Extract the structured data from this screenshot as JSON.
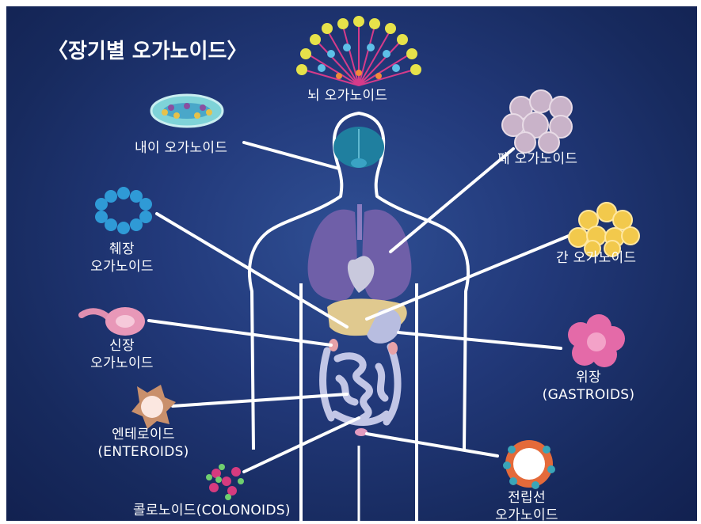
{
  "title": "〈장기별 오가노이드〉",
  "labels": {
    "brain": "뇌 오가노이드",
    "inner_ear": "내이 오가노이드",
    "lung": "폐 오가노이드",
    "pancreas_1": "췌장",
    "pancreas_2": "오가노이드",
    "liver": "간 오가노이드",
    "kidney_1": "신장",
    "kidney_2": "오가노이드",
    "stomach_1": "위장",
    "stomach_2": "(GASTROIDS)",
    "enteroid_1": "엔테로이드",
    "enteroid_2": "(ENTEROIDS)",
    "colonoid": "콜로노이드(COLONOIDS)",
    "prostate_1": "전립선",
    "prostate_2": "오가노이드"
  },
  "colors": {
    "background": "#1d3170",
    "connector": "#ffffff",
    "lung": "#6f5fa8",
    "liver": "#e0c98f",
    "heart": "#c9c9dd",
    "intestine": "#b8bde0",
    "brain": "#1f7f9f"
  }
}
